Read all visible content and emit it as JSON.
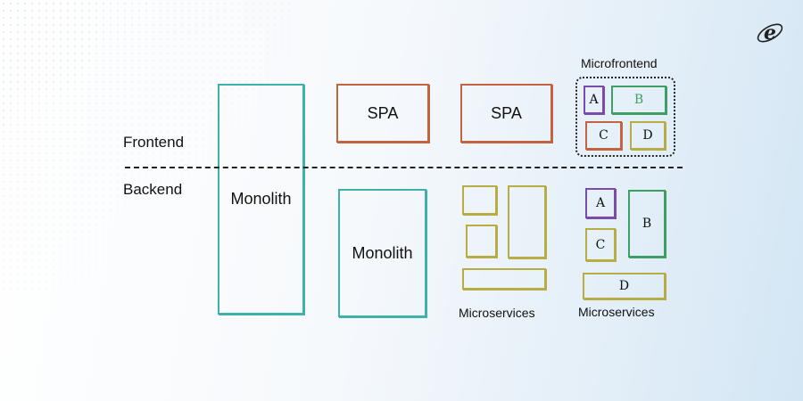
{
  "layers": {
    "frontend_label": "Frontend",
    "backend_label": "Backend"
  },
  "monolith_arch": {
    "block_label": "Monolith"
  },
  "spa_monolith_arch": {
    "spa_label": "SPA",
    "backend_label": "Monolith"
  },
  "spa_microservices_arch": {
    "spa_label": "SPA",
    "caption": "Microservices"
  },
  "microfrontend_arch": {
    "group_label": "Microfrontend",
    "frontend_modules": [
      "A",
      "B",
      "C",
      "D"
    ],
    "backend_modules": [
      "A",
      "B",
      "C",
      "D"
    ],
    "caption": "Microservices"
  },
  "logo": {
    "icon": "e-logo-icon"
  },
  "colors": {
    "monolith": "#3fb1ad",
    "spa": "#c4643e",
    "service": "#b8ad45",
    "module_a": "#7b4bab",
    "module_b": "#3e9f63",
    "divider": "#222222"
  }
}
